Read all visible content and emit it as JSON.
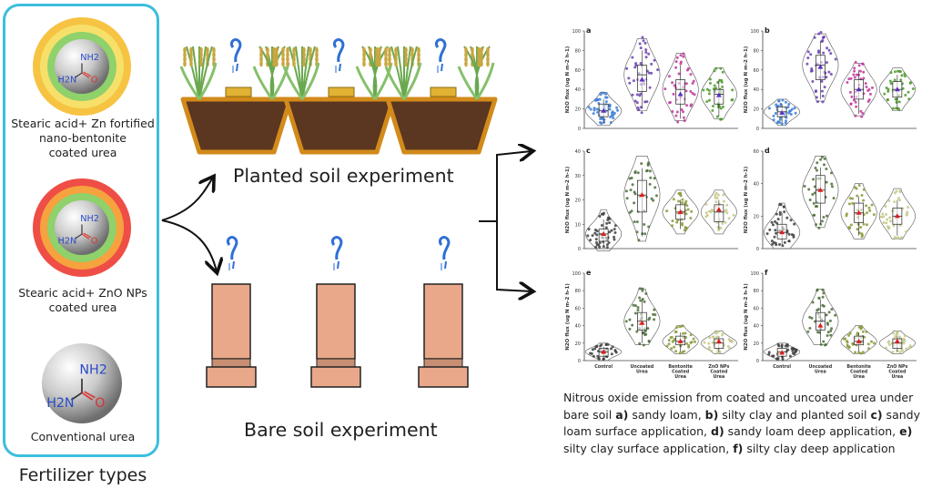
{
  "fertilizers": [
    {
      "label_lines": [
        "Stearic acid+ Zn fortified",
        "nano-bentonite",
        "coated urea"
      ],
      "rings": [
        "#f6c343",
        "#f7e06a",
        "#8fd16b"
      ]
    },
    {
      "label_lines": [
        "Stearic acid+ ZnO NPs",
        "coated urea"
      ],
      "rings": [
        "#ee4e45",
        "#f6a23e",
        "#8fd16b"
      ]
    },
    {
      "label_lines": [
        "Conventional urea"
      ],
      "rings": []
    }
  ],
  "molecule": {
    "nh2": "NH2",
    "h2n": "H2N",
    "o": "O"
  },
  "panel_title": "Fertilizer types",
  "experiments": {
    "planted": "Planted soil experiment",
    "bare": "Bare soil experiment"
  },
  "colors": {
    "panel_border": "#3cbedd",
    "soil": "#5b3620",
    "pot_rim": "#d28a1a",
    "column": "#e9a88a",
    "gas": "#2f6fd6",
    "plant": "#6aa84f"
  },
  "chart_data": [
    {
      "type": "violin",
      "panel": "a",
      "ylabel": "N2O flux (ug N m-2 h-1)",
      "ylim": [
        0,
        100
      ],
      "yticks": [
        0,
        20,
        40,
        60,
        80,
        100
      ],
      "categories": [
        "",
        "",
        "",
        ""
      ],
      "series": [
        {
          "color": "#3b7dd8",
          "values": [
            5,
            10,
            12,
            15,
            17,
            18,
            20,
            22,
            25,
            28,
            30,
            35
          ],
          "mean": 18
        },
        {
          "color": "#6a3fb0",
          "values": [
            20,
            30,
            38,
            45,
            50,
            55,
            60,
            65,
            70,
            80,
            90
          ],
          "mean": 50
        },
        {
          "color": "#c0389c",
          "values": [
            10,
            18,
            25,
            30,
            35,
            40,
            45,
            50,
            58,
            65,
            75
          ],
          "mean": 35
        },
        {
          "color": "#4e9a2d",
          "values": [
            12,
            20,
            25,
            30,
            35,
            38,
            40,
            45,
            50,
            60
          ],
          "mean": 34
        }
      ]
    },
    {
      "type": "violin",
      "panel": "b",
      "ylabel": "N2O flux (ug N m-2 h-1)",
      "ylim": [
        0,
        100
      ],
      "yticks": [
        0,
        20,
        40,
        60,
        80,
        100
      ],
      "categories": [
        "",
        "",
        "",
        ""
      ],
      "series": [
        {
          "color": "#3b7dd8",
          "values": [
            5,
            8,
            12,
            15,
            17,
            20,
            22,
            25,
            28
          ],
          "mean": 16
        },
        {
          "color": "#6a3fb0",
          "values": [
            30,
            40,
            50,
            55,
            60,
            65,
            70,
            75,
            80,
            90,
            95
          ],
          "mean": 63
        },
        {
          "color": "#c0389c",
          "values": [
            15,
            25,
            30,
            35,
            40,
            45,
            50,
            55,
            60,
            65
          ],
          "mean": 40
        },
        {
          "color": "#4e9a2d",
          "values": [
            20,
            28,
            32,
            36,
            40,
            44,
            48,
            55,
            60
          ],
          "mean": 40
        }
      ]
    },
    {
      "type": "violin",
      "panel": "c",
      "ylabel": "N2O flux (ug N m-2 h-1)",
      "ylim": [
        0,
        40
      ],
      "yticks": [
        0,
        10,
        20,
        30,
        40
      ],
      "categories": [
        "",
        "",
        "",
        ""
      ],
      "series": [
        {
          "color": "#3f3f3f",
          "values": [
            1,
            2,
            3,
            4,
            5,
            6,
            7,
            8,
            10,
            12,
            14
          ],
          "mean": 6
        },
        {
          "color": "#4d6e3a",
          "values": [
            5,
            10,
            15,
            20,
            22,
            25,
            28,
            30,
            33,
            36
          ],
          "mean": 22
        },
        {
          "color": "#8a9a3a",
          "values": [
            8,
            10,
            12,
            14,
            15,
            16,
            18,
            20,
            22
          ],
          "mean": 15
        },
        {
          "color": "#c6c98a",
          "values": [
            8,
            11,
            13,
            15,
            16,
            18,
            20,
            22
          ],
          "mean": 16
        }
      ]
    },
    {
      "type": "violin",
      "panel": "d",
      "ylabel": "N2O flux (ug N m-2 h-1)",
      "ylim": [
        0,
        60
      ],
      "yticks": [
        0,
        20,
        40,
        60
      ],
      "categories": [
        "",
        "",
        "",
        ""
      ],
      "series": [
        {
          "color": "#3f3f3f",
          "values": [
            2,
            4,
            6,
            8,
            10,
            12,
            15,
            18,
            22,
            26
          ],
          "mean": 10
        },
        {
          "color": "#4d6e3a",
          "values": [
            15,
            20,
            28,
            32,
            36,
            40,
            45,
            50,
            55
          ],
          "mean": 36
        },
        {
          "color": "#8a9a3a",
          "values": [
            8,
            12,
            16,
            20,
            22,
            25,
            28,
            32,
            38
          ],
          "mean": 22
        },
        {
          "color": "#c6c98a",
          "values": [
            8,
            12,
            15,
            18,
            20,
            22,
            25,
            30,
            35
          ],
          "mean": 20
        }
      ]
    },
    {
      "type": "violin",
      "panel": "e",
      "ylabel": "N2O flux (ug N m-2 h-1)",
      "ylim": [
        0,
        100
      ],
      "yticks": [
        0,
        20,
        40,
        60,
        80,
        100
      ],
      "categories": [
        "Control",
        "Uncoated Urea",
        "Bentonite Coated Urea",
        "ZnO NPs Coated Urea"
      ],
      "series": [
        {
          "color": "#3f3f3f",
          "values": [
            2,
            5,
            8,
            10,
            12,
            14,
            16,
            18
          ],
          "mean": 10
        },
        {
          "color": "#4d6e3a",
          "values": [
            20,
            30,
            35,
            40,
            45,
            50,
            55,
            60,
            70,
            80
          ],
          "mean": 43
        },
        {
          "color": "#8a9a3a",
          "values": [
            10,
            15,
            18,
            20,
            22,
            25,
            28,
            32,
            38
          ],
          "mean": 22
        },
        {
          "color": "#c6c98a",
          "values": [
            10,
            14,
            17,
            20,
            22,
            25,
            28,
            32
          ],
          "mean": 22
        }
      ]
    },
    {
      "type": "violin",
      "panel": "f",
      "ylabel": "N2O flux (ug N m-2 h-1)",
      "ylim": [
        0,
        100
      ],
      "yticks": [
        0,
        20,
        40,
        60,
        80,
        100
      ],
      "categories": [
        "Control",
        "Uncoated Urea",
        "Bentonite Coated Urea",
        "ZnO NPs Coated Urea"
      ],
      "series": [
        {
          "color": "#3f3f3f",
          "values": [
            2,
            5,
            8,
            10,
            12,
            14,
            16,
            18
          ],
          "mean": 9
        },
        {
          "color": "#4d6e3a",
          "values": [
            20,
            30,
            35,
            40,
            45,
            50,
            55,
            60,
            70,
            80
          ],
          "mean": 40
        },
        {
          "color": "#8a9a3a",
          "values": [
            10,
            15,
            18,
            20,
            22,
            25,
            28,
            32,
            38
          ],
          "mean": 22
        },
        {
          "color": "#c6c98a",
          "values": [
            10,
            14,
            17,
            20,
            22,
            25,
            28,
            32
          ],
          "mean": 22
        }
      ]
    }
  ],
  "caption": [
    {
      "t": "Nitrous oxide emission from coated and uncoated urea under bare soil ",
      "b": false
    },
    {
      "t": "a)",
      "b": true
    },
    {
      "t": " sandy loam, ",
      "b": false
    },
    {
      "t": "b)",
      "b": true
    },
    {
      "t": " silty clay and planted soil ",
      "b": false
    },
    {
      "t": "c)",
      "b": true
    },
    {
      "t": " sandy loam surface application, ",
      "b": false
    },
    {
      "t": "d)",
      "b": true
    },
    {
      "t": " sandy loam deep application, ",
      "b": false
    },
    {
      "t": "e)",
      "b": true
    },
    {
      "t": " silty clay surface application, ",
      "b": false
    },
    {
      "t": "f)",
      "b": true
    },
    {
      "t": " silty clay deep application",
      "b": false
    }
  ]
}
